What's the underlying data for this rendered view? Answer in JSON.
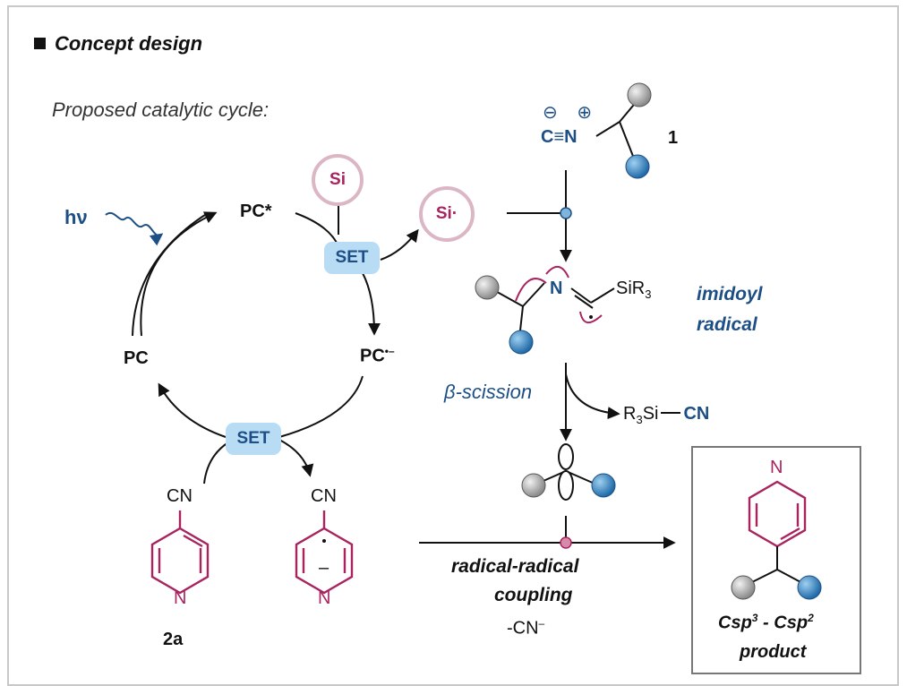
{
  "header": {
    "title": "Concept design"
  },
  "cycle": {
    "label": "Proposed catalytic cycle:",
    "light": "hν",
    "pc_excited": "PC*",
    "pc_ground": "PC",
    "pc_radical_anion": "PC",
    "pc_radical_anion_charge": "•–",
    "set_top": "SET",
    "set_bottom": "SET",
    "si_reagent": "Si",
    "si_radical": "Si·"
  },
  "isocyanide": {
    "charges": "⊖ ⊕",
    "formula": "C≡N",
    "label": "1"
  },
  "imidoyl": {
    "n_atom": "N",
    "substituent": "SiR",
    "substituent_sub": "3",
    "label_line1": "imidoyl",
    "label_line2": "radical"
  },
  "scission": {
    "label": "β-scission",
    "byproduct_prefix": "R",
    "byproduct_sub": "3",
    "byproduct_si": "Si",
    "byproduct_cn": "CN"
  },
  "pyridine": {
    "cn_left": "CN",
    "cn_right": "CN",
    "n_left": "N",
    "n_right": "N",
    "label": "2a",
    "minus": "–"
  },
  "coupling": {
    "line1": "radical-radical",
    "line2": "coupling",
    "loss": "-CN",
    "loss_charge": "–"
  },
  "product": {
    "n_atom": "N",
    "line1_a": "Csp",
    "line1_a_sup": "3",
    "line1_mid": " - ",
    "line1_b": "Csp",
    "line1_b_sup": "2",
    "line2": "product"
  },
  "colors": {
    "blue": "#1d4f86",
    "magenta": "#a8245f",
    "set_fill": "#b9dcf5",
    "si_ring": "#dbb7c6"
  }
}
